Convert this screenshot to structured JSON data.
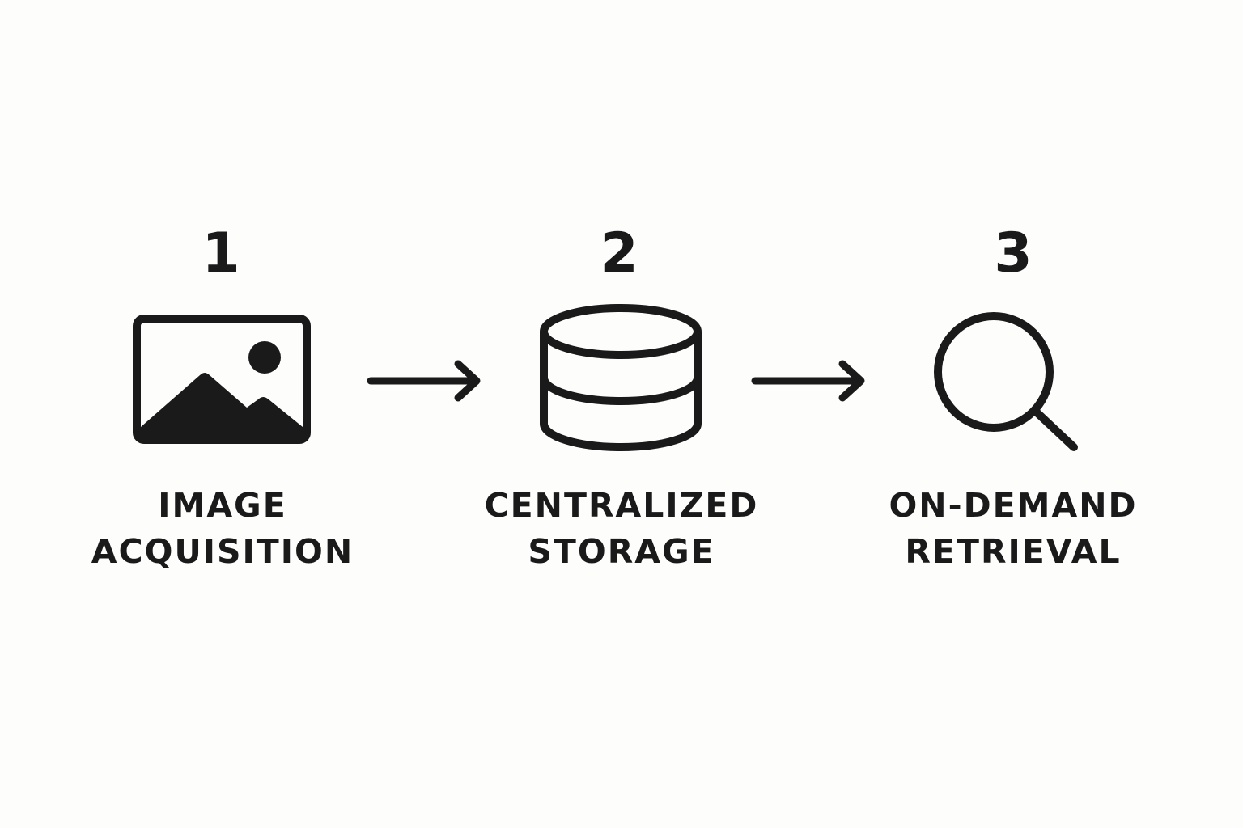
{
  "steps": [
    {
      "number": "1",
      "label_line1": "IMAGE",
      "label_line2": "ACQUISITION",
      "icon": "image-icon"
    },
    {
      "number": "2",
      "label_line1": "CENTRALIZED",
      "label_line2": "STORAGE",
      "icon": "database-icon"
    },
    {
      "number": "3",
      "label_line1": "ON-DEMAND",
      "label_line2": "RETRIEVAL",
      "icon": "search-icon"
    }
  ],
  "connectors": [
    "arrow-right-icon",
    "arrow-right-icon"
  ],
  "colors": {
    "background": "#fdfdfc",
    "foreground": "#1a1a1a"
  }
}
